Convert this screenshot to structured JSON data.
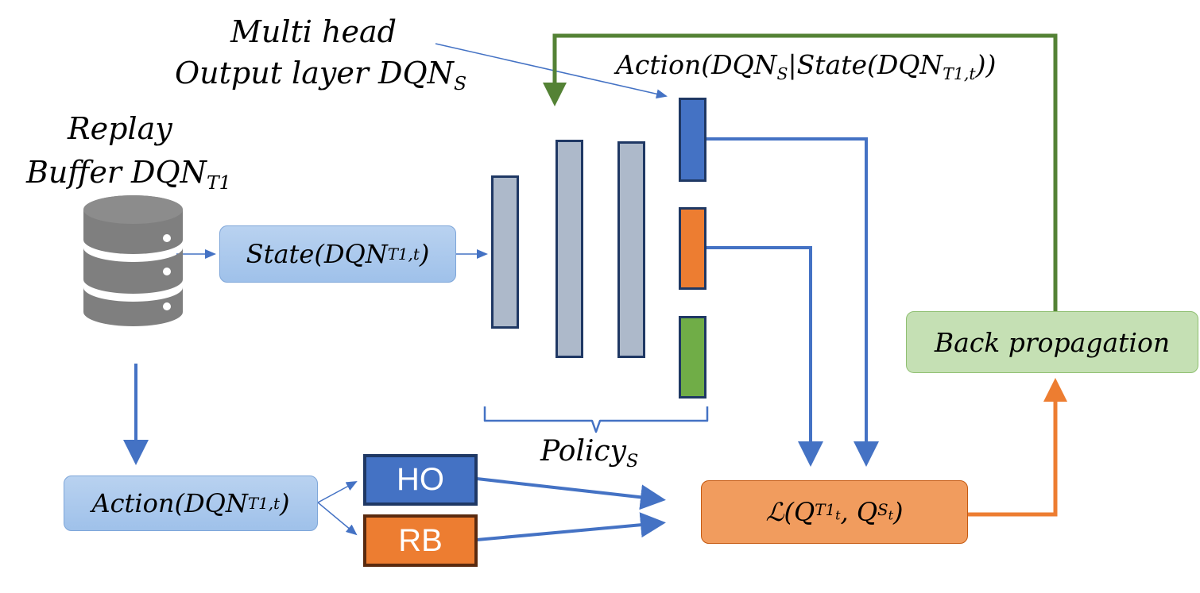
{
  "labels": {
    "multi_head_line1": "Multi head",
    "multi_head_line2": "Output layer DQN",
    "multi_head_sub": "S",
    "replay_line1": "Replay",
    "replay_line2": "Buffer DQN",
    "replay_sub": "T1",
    "action_top_prefix": "Action(DQN",
    "action_top_sub1": "S",
    "action_top_mid": "|State(DQN",
    "action_top_sub2": "T1,t",
    "action_top_suffix": "))",
    "policy": "Policy",
    "policy_sub": "S"
  },
  "boxes": {
    "state_prefix": "State(DQN",
    "state_sub": "T1,t",
    "state_suffix": ")",
    "action_prefix": "Action(DQN",
    "action_sub": "T1,t",
    "action_suffix": ")",
    "ho": "HO",
    "rb": "RB",
    "loss_prefix": "ℒ(Q",
    "loss_sub1": "T1",
    "loss_subsub1": "t",
    "loss_mid": ", Q",
    "loss_sub2": "S",
    "loss_subsub2": "t",
    "loss_suffix": ")",
    "backprop": "Back propagation"
  },
  "colors": {
    "blue_arrow": "#4472c4",
    "green_arrow": "#548235",
    "orange_arrow": "#ed7d31",
    "layer_fill": "#adb9ca",
    "layer_border": "#1f3864",
    "head_blue": "#4472c4",
    "head_orange": "#ed7d31",
    "head_green": "#70ad47",
    "ho_fill": "#4472c4",
    "rb_fill": "#ed7d31"
  }
}
